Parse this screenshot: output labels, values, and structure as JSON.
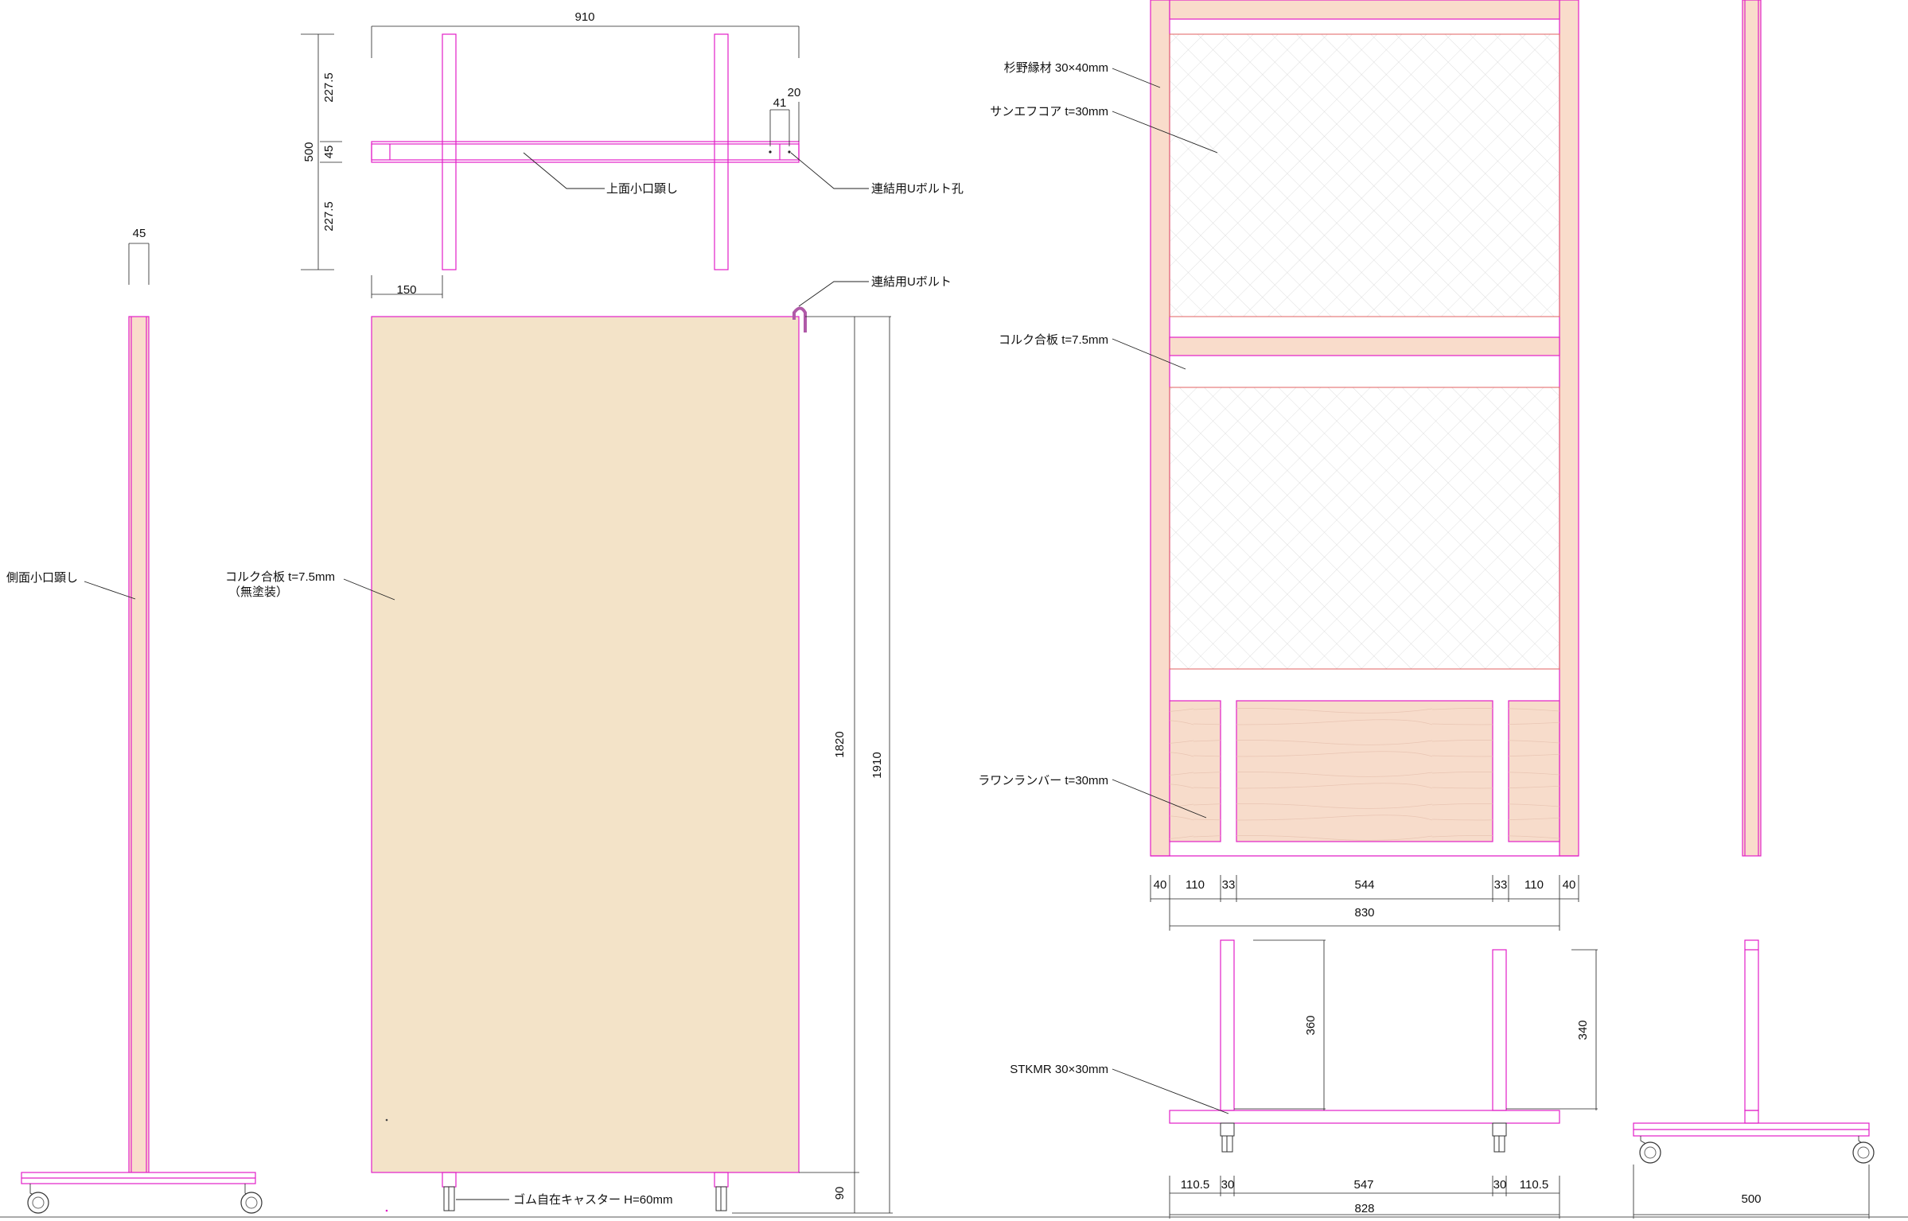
{
  "colors": {
    "outline": "#e21fc7",
    "frame_fill": "#f9dccb",
    "cork_fill": "#f3e3c8",
    "lauan_fill": "#f7dccb",
    "core_grid": "#cfcfcf",
    "bolt": "#b05aa8"
  },
  "top_view": {
    "dims": {
      "width": "910",
      "depth": "500",
      "upper": "227.5",
      "mid": "45",
      "lower": "227.5",
      "bolt_a": "41",
      "bolt_b": "20",
      "leg_offset": "150"
    },
    "labels": {
      "top_edge": "上面小口顕し",
      "bolt_hole": "連結用Uボルト孔"
    }
  },
  "side_left": {
    "dims": {
      "thickness": "45"
    },
    "labels": {
      "side_edge": "側面小口顕し"
    }
  },
  "front_view": {
    "dims": {
      "panel_height": "1820",
      "total_height": "1910",
      "caster_height": "90"
    },
    "labels": {
      "cork_line1": "コルク合板 t=7.5mm",
      "cork_line2": "（無塗装）",
      "u_bolt": "連結用Uボルト",
      "caster": "ゴム自在キャスター  H=60mm"
    }
  },
  "structure_view": {
    "labels": {
      "cedar_frame": "杉野縁材 30×40mm",
      "core": "サンエフコア  t=30mm",
      "cork": "コルク合板  t=7.5mm",
      "lauan": "ラワンランバー  t=30mm",
      "stkmr": "STKMR 30×30mm"
    },
    "dims": {
      "w1": "40",
      "w2": "110",
      "w3": "33",
      "w4": "544",
      "w5": "33",
      "w6": "110",
      "w7": "40",
      "inner": "830",
      "leg_h1": "360",
      "leg_h2": "340",
      "b1": "110.5",
      "b2": "30",
      "b3": "547",
      "b4": "30",
      "b5": "110.5",
      "base_total": "828"
    }
  },
  "side_right": {
    "dims": {
      "base_depth": "500"
    }
  }
}
